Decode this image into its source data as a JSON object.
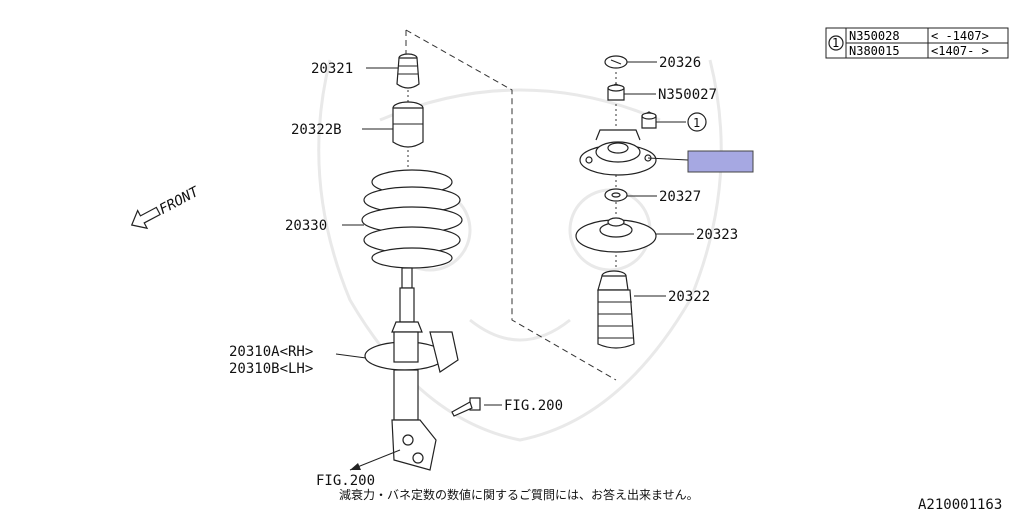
{
  "parts": {
    "p20321": "20321",
    "p20322b": "20322B",
    "p20330": "20330",
    "p20310a": "20310A<RH>",
    "p20310b": "20310B<LH>",
    "fig200_bolt": "FIG.200",
    "fig200_bottom": "FIG.200",
    "p20326": "20326",
    "n350027": "N350027",
    "ref1": "1",
    "p20327": "20327",
    "p20323": "20323",
    "p20322": "20322"
  },
  "front_label": "FRONT",
  "ref_table": {
    "marker": "1",
    "rows": [
      {
        "part": "N350028",
        "range": "< -1407>"
      },
      {
        "part": "N380015",
        "range": "<1407- >"
      }
    ]
  },
  "highlight_color": "#a6a8e2",
  "footnote": "減衰力・バネ定数の数値に関するご質問には、お答え出来ません。",
  "diagram_id": "A210001163"
}
